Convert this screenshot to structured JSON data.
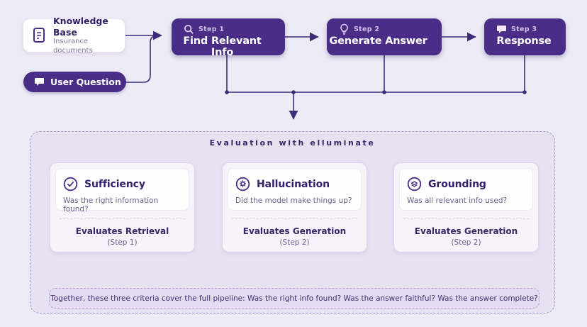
{
  "colors": {
    "page_background": "#edebf5",
    "primary_purple": "#4a2d86",
    "dark_text": "#2f1e66",
    "muted_text": "#6c6390",
    "connector": "#3e2b78",
    "eval_container_bg": "#e7e2f2",
    "eval_container_border": "#a697cc",
    "card_bg": "#f6f3fa",
    "summary_bg": "#e6daf2"
  },
  "icons": {
    "knowledge_base": "document-icon",
    "user_question": "speech-bubble-icon",
    "step1": "magnifier-icon",
    "step2": "lightbulb-icon",
    "step3": "speech-bubble-icon",
    "sufficiency": "check-circle-icon",
    "hallucination": "bulb-circle-icon",
    "grounding": "layers-circle-icon"
  },
  "pipeline": {
    "knowledge_base": {
      "title": "Knowledge Base",
      "subtitle": "Insurance documents"
    },
    "user_question": {
      "label": "User Question"
    },
    "steps": [
      {
        "step": "Step 1",
        "title": "Find Relevant Info"
      },
      {
        "step": "Step 2",
        "title": "Generate Answer"
      },
      {
        "step": "Step 3",
        "title": "Response"
      }
    ]
  },
  "evaluation": {
    "title": "Evaluation with elluminate",
    "criteria": [
      {
        "name": "Sufficiency",
        "question": "Was the right information found?",
        "evaluates": "Evaluates Retrieval",
        "step": "(Step 1)"
      },
      {
        "name": "Hallucination",
        "question": "Did the model make things up?",
        "evaluates": "Evaluates Generation",
        "step": "(Step 2)"
      },
      {
        "name": "Grounding",
        "question": "Was all relevant info used?",
        "evaluates": "Evaluates Generation",
        "step": "(Step 2)"
      }
    ],
    "summary": "Together, these three criteria cover the full pipeline: Was the right info found? Was the answer faithful? Was the answer complete?"
  }
}
